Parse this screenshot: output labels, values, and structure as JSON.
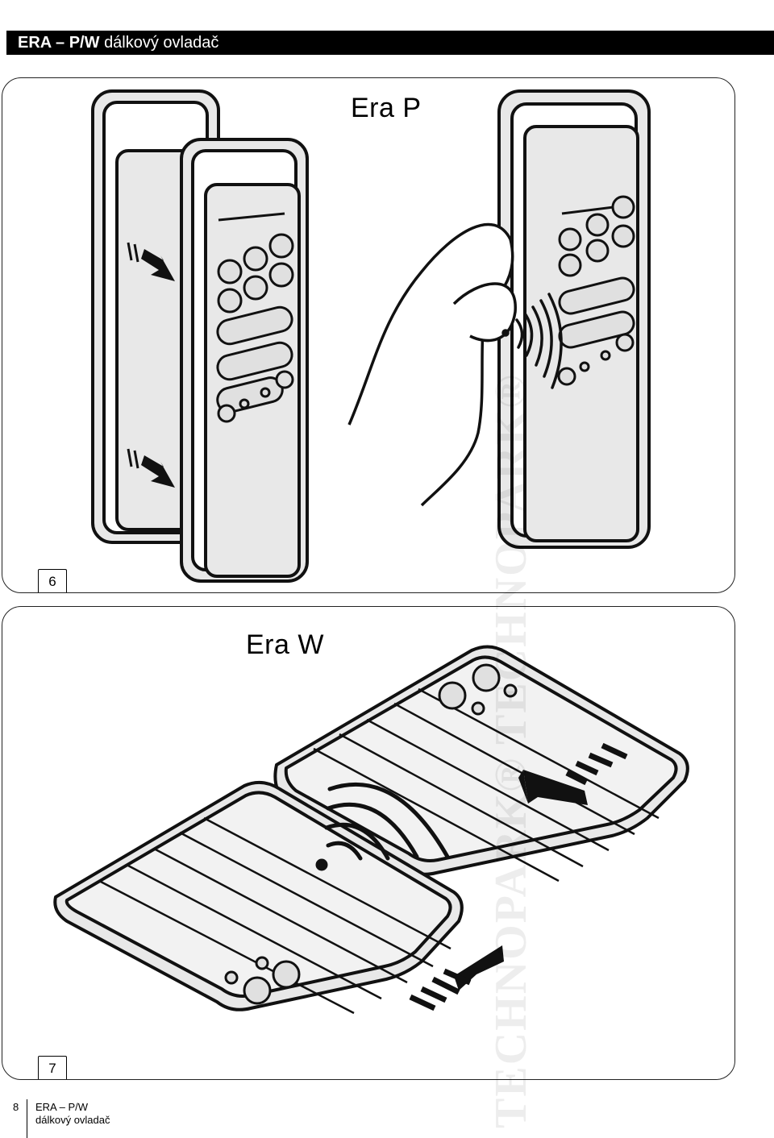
{
  "header": {
    "title_bold": "ERA – P/W",
    "title_regular": "dálkový ovladač"
  },
  "figures": [
    {
      "number": "6",
      "title": "Era P"
    },
    {
      "number": "7",
      "title": "Era W"
    }
  ],
  "watermark": {
    "text": "TECHNOPARK® TECHNOPARK®"
  },
  "footer": {
    "page_number": "8",
    "product_name": "ERA – P/W",
    "product_desc": "dálkový ovladač"
  }
}
